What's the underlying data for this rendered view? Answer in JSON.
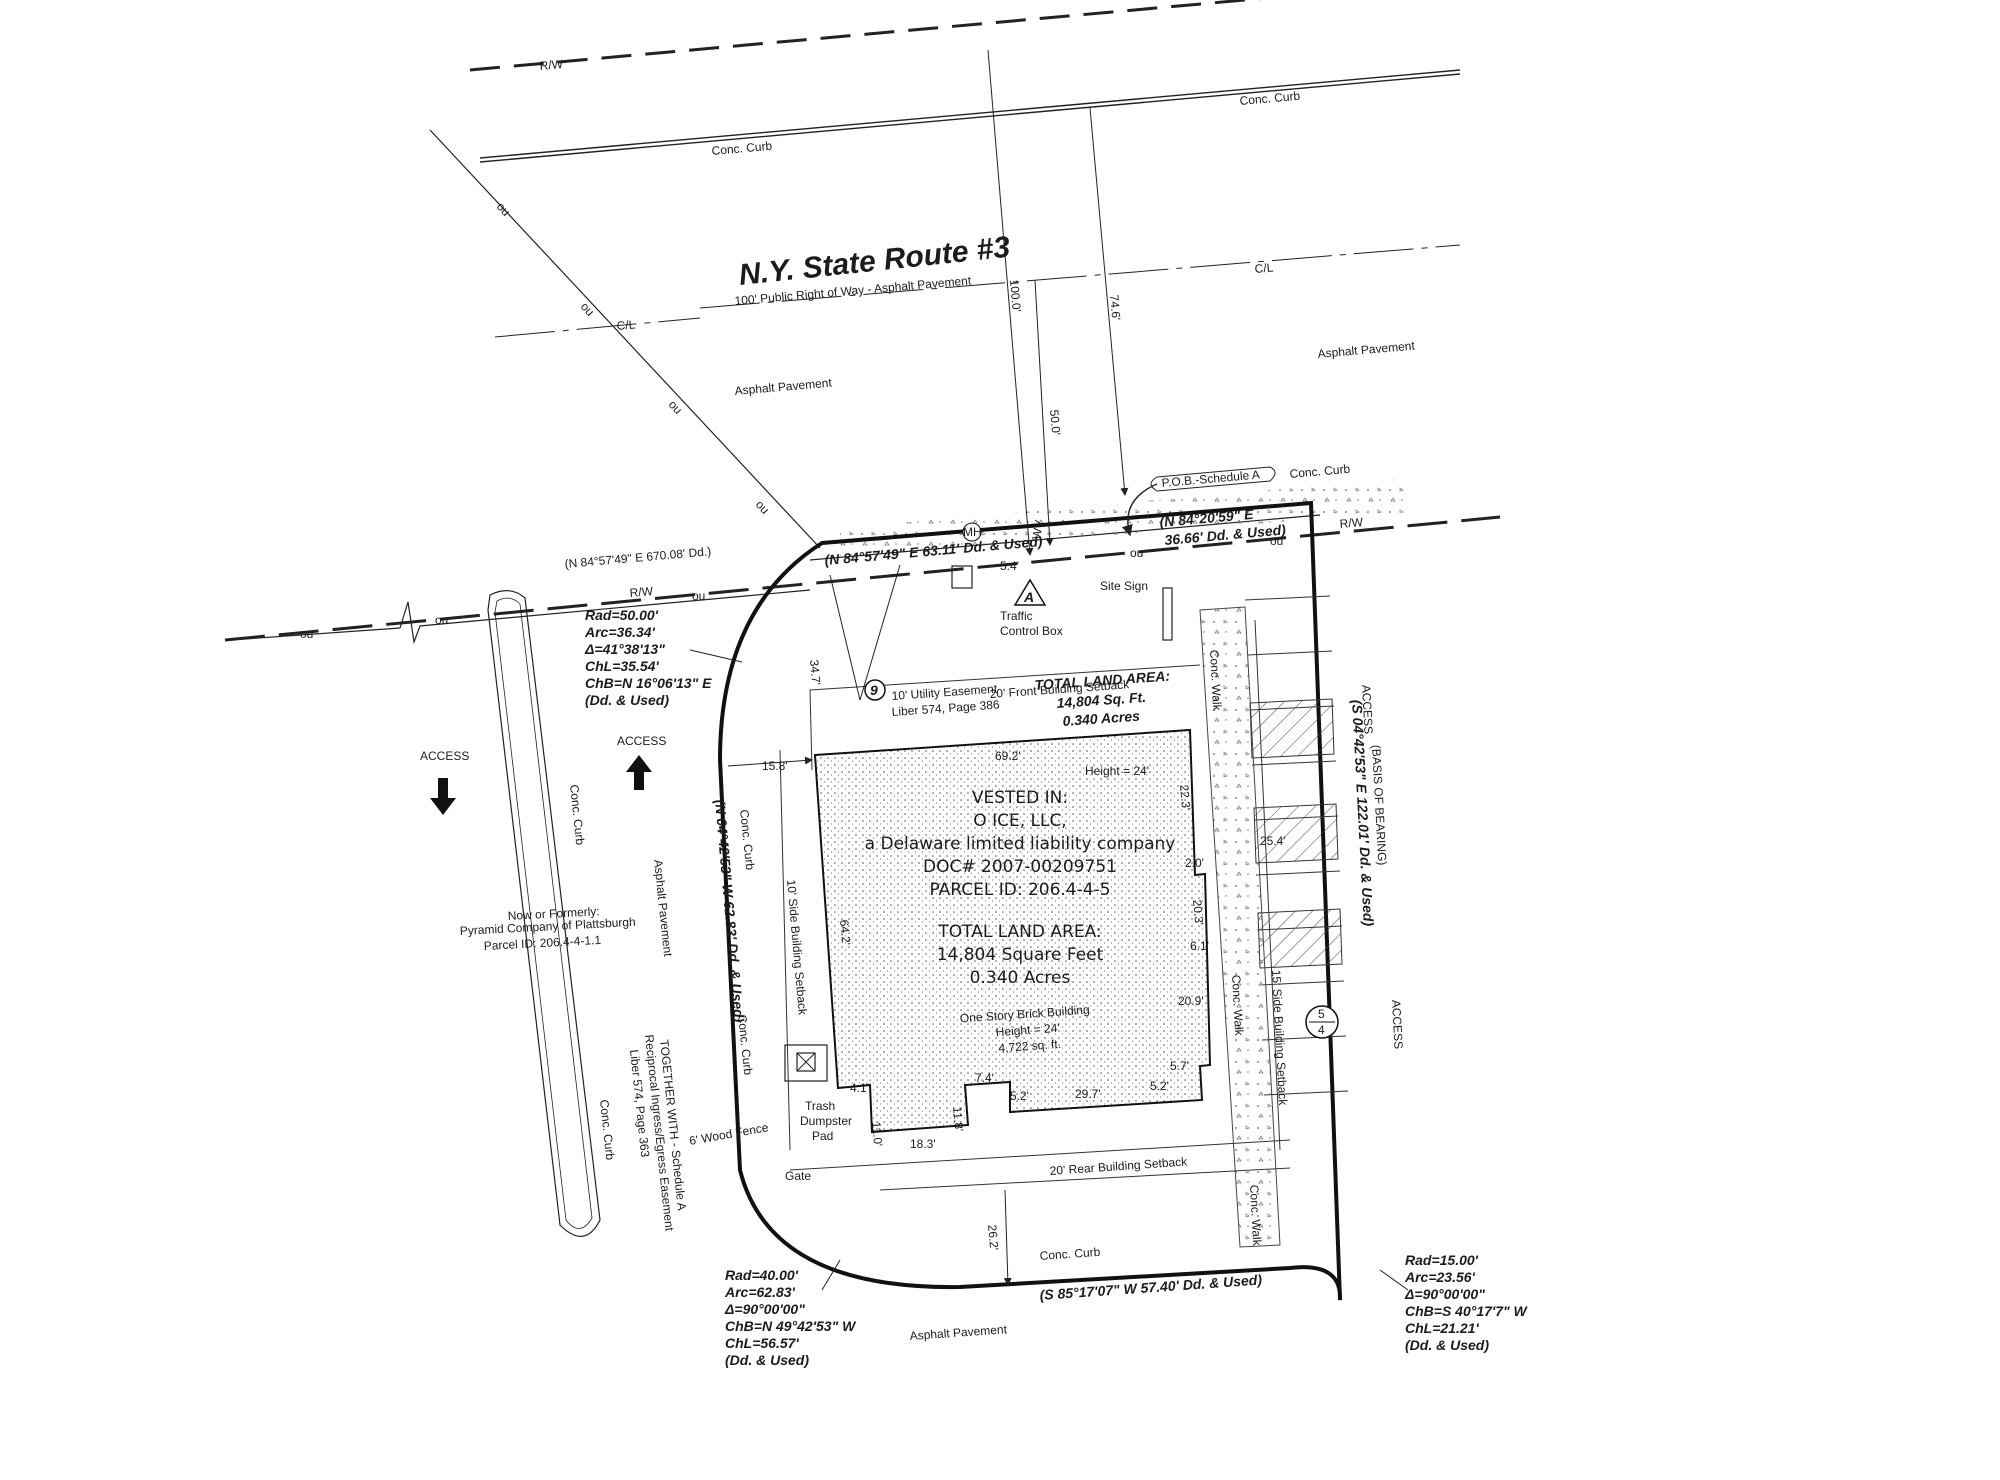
{
  "road": {
    "name": "N.Y. State Route #3",
    "subtitle": "100' Public Right of Way - Asphalt Pavement",
    "rw": "R/W",
    "cl": "C/L",
    "curb": "Conc. Curb",
    "pavement": "Asphalt Pavement",
    "ou": "ou"
  },
  "dims": {
    "d100": "100.0'",
    "d74": "74.6'",
    "d50": "50.0'",
    "d34": "34.7'",
    "d15": "15.8'",
    "d692": "69.2'",
    "d223": "22.3'",
    "d20": "2.0'",
    "d203": "20.3'",
    "d61": "6.1'",
    "d209": "20.9'",
    "d57": "5.7'",
    "d642": "64.2'",
    "d74b": "7.4'",
    "d52": "5.2'",
    "d297": "29.7'",
    "d52b": "5.2'",
    "d41": "4.1'",
    "d110": "11.0'",
    "d118": "11.8'",
    "d183": "18.3'",
    "d262": "26.2'",
    "d254": "25.4'",
    "d54": "5.4'",
    "height": "Height = 24'"
  },
  "bearings": {
    "north_a": "(N 84°57'49\" E  63.11' Dd. & Used)",
    "north_b1": "(N 84°20'59\" E",
    "north_b2": "36.66' Dd. & Used)",
    "overall": "(N 84°57'49\"  E   670.08' Dd.)",
    "east": "(S 04°42'53\" E  122.01' Dd. & Used)",
    "west": "(N 04°42'53\" W  62.83' Dd. & Used)",
    "south": "(S 85°17'07\" W  57.40' Dd. & Used)",
    "basis": "(BASIS OF BEARING)"
  },
  "curves": {
    "c1": [
      "Rad=50.00'",
      "Arc=36.34'",
      "Δ=41°38'13\"",
      "ChL=35.54'",
      "ChB=N 16°06'13\" E",
      "(Dd. & Used)"
    ],
    "c2": [
      "Rad=40.00'",
      "Arc=62.83'",
      "Δ=90°00'00\"",
      "ChB=N 49°42'53\" W",
      "ChL=56.57'",
      "(Dd. & Used)"
    ],
    "c3": [
      "Rad=15.00'",
      "Arc=23.56'",
      "Δ=90°00'00\"",
      "ChB=S 40°17'7\" W",
      "ChL=21.21'",
      "(Dd. & Used)"
    ]
  },
  "labels": {
    "pob": "P.O.B.-Schedule A",
    "site_sign": "Site Sign",
    "traffic1": "Traffic",
    "traffic2": "Control Box",
    "front_setback": "20' Front Building Setback",
    "rear_setback": "20' Rear Building Setback",
    "side_setback_w": "10' Side Building Setback",
    "side_setback_e": "15' Side Building Setback",
    "easement1": "10' Utility Easement",
    "easement2": "Liber 574, Page 386",
    "total_area_title": "TOTAL LAND AREA:",
    "total_area_sqft": "14,804 Sq. Ft.",
    "total_area_acres": "0.340 Acres",
    "access": "ACCESS",
    "conc_walk": "Conc. Walk",
    "trash1": "Trash",
    "trash2": "Dumpster",
    "trash3": "Pad",
    "fence": "6' Wood Fence",
    "gate": "Gate",
    "mh": "MH",
    "wv": "WV",
    "marker_a": "A",
    "marker_9": "9",
    "marker_5": "5",
    "marker_4": "4",
    "neighbor1": "Now or Formerly:",
    "neighbor2": "Pyramid Company of Plattsburgh",
    "neighbor3": "Parcel ID: 206.4-4-1.1",
    "together1": "TOGETHER WITH - Schedule A",
    "together2": "Reciprocal Ingress/Egress Easement",
    "together3": "Liber 574, Page 363"
  },
  "building": {
    "vested": [
      "VESTED IN:",
      "O ICE, LLC,",
      "a Delaware limited liability company",
      "DOC# 2007-00209751",
      "PARCEL ID: 206.4-4-5"
    ],
    "area": [
      "TOTAL LAND AREA:",
      "14,804 Square Feet",
      "0.340 Acres"
    ],
    "desc": [
      "One Story Brick Building",
      "Height = 24'",
      "4,722 sq. ft."
    ]
  }
}
